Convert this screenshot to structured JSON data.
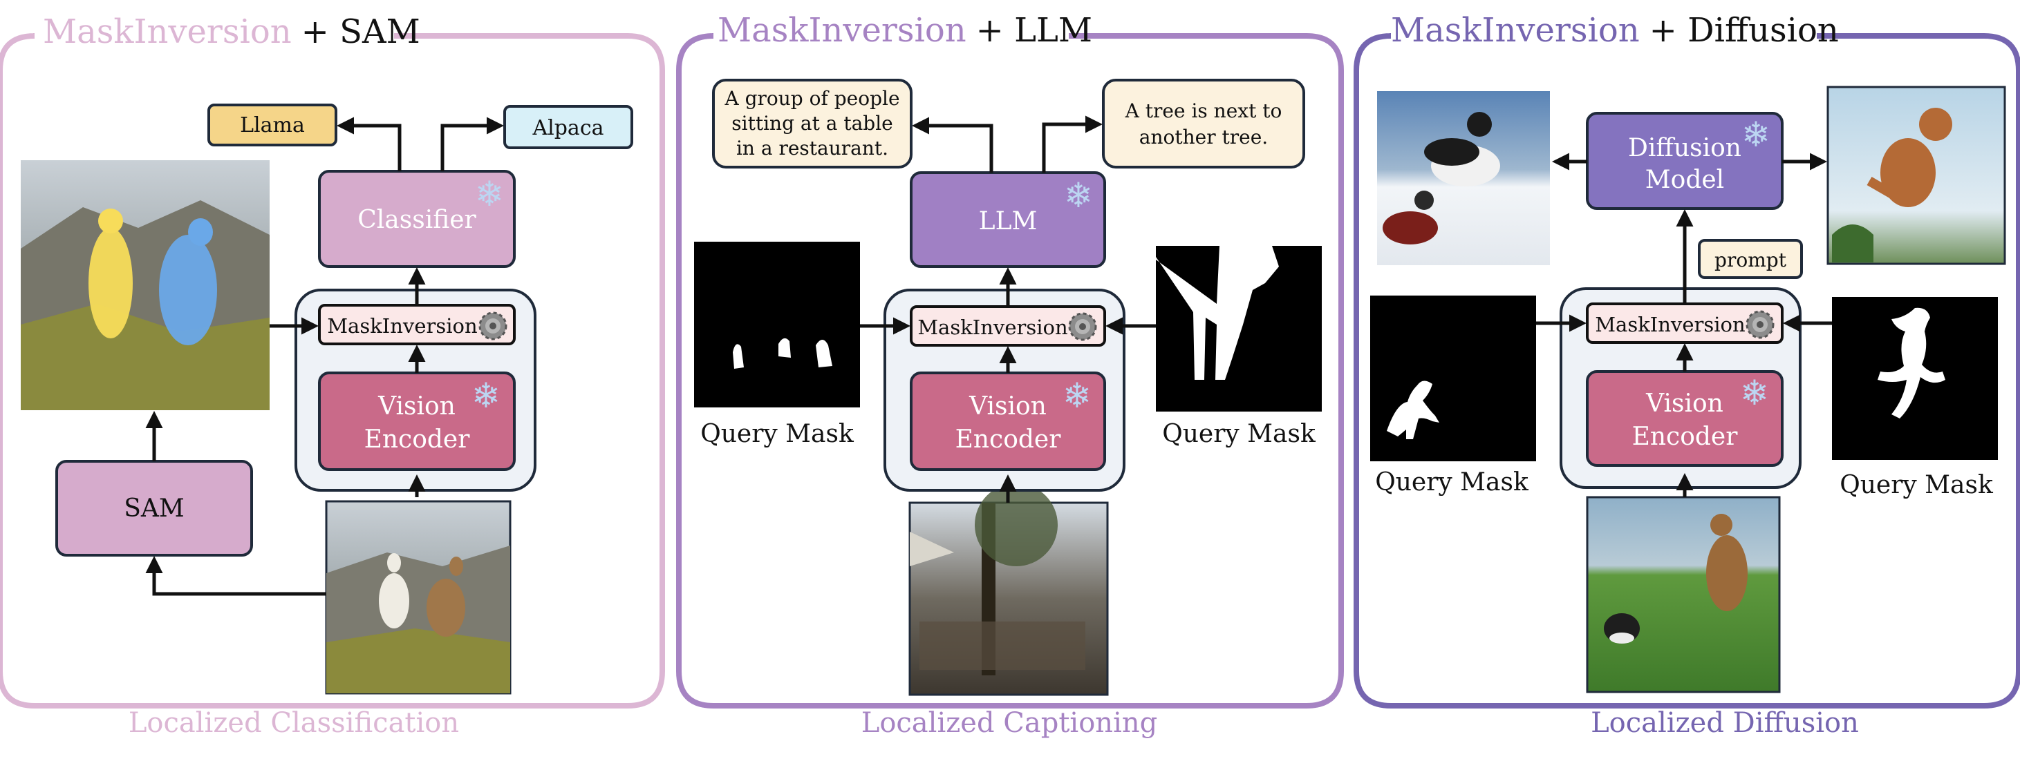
{
  "colors": {
    "panel1": "#dcb6d4",
    "panel2": "#a683c3",
    "panel3": "#7565b0",
    "mask_label_bg": "#fbe8e8",
    "classifier_fill": "#d6abcc",
    "sam_fill": "#d6abcc",
    "llm_fill": "#a080c4",
    "diffusion_fill": "#8473bf",
    "vision_fill": "#c96a89",
    "llama_fill": "#f5d589",
    "alpaca_fill": "#d8f0f8",
    "caption_fill": "#fcf2de",
    "prompt_fill": "#fcf2de",
    "encoder_group_fill": "#eef2f7",
    "snowflake": "#bcd6f2",
    "gear": "#8c8c8c"
  },
  "panels": [
    {
      "title_prefix": "MaskInversion",
      "title_suffix": "+ SAM",
      "footer": "Localized Classification",
      "mask_label": "MaskInversion",
      "vision_label": [
        "Vision",
        "Encoder"
      ],
      "head_label": "Classifier",
      "sam_label": "SAM",
      "outputs": [
        "Llama",
        "Alpaca"
      ],
      "images": [
        {
          "name": "llama-highlighted-photo",
          "desc": "photo of two llamas on a mountain, highlighted in yellow and blue"
        },
        {
          "name": "llama-input-photo",
          "desc": "photo of two llamas on a mountain"
        }
      ]
    },
    {
      "title_prefix": "MaskInversion",
      "title_suffix": "+ LLM",
      "footer": "Localized Captioning",
      "mask_label": "MaskInversion",
      "vision_label": [
        "Vision",
        "Encoder"
      ],
      "head_label": "LLM",
      "query_mask_left": "Query Mask",
      "query_mask_right": "Query Mask",
      "captions": [
        [
          "A group of people",
          "sitting at a table",
          "in a restaurant."
        ],
        [
          "A tree is next to",
          "another tree."
        ]
      ],
      "images": [
        {
          "name": "street-cafe-photo",
          "desc": "street cafe photo with trees"
        }
      ]
    },
    {
      "title_prefix": "MaskInversion",
      "title_suffix": "+ Diffusion",
      "footer": "Localized Diffusion",
      "mask_label": "MaskInversion",
      "vision_label": [
        "Vision",
        "Encoder"
      ],
      "head_label": [
        "Diffusion",
        "Model"
      ],
      "prompt_label": "prompt",
      "query_mask_left": "Query Mask",
      "query_mask_right": "Query Mask",
      "images": [
        {
          "name": "dogs-photo",
          "desc": "two dogs playing on grass"
        },
        {
          "name": "generated-dogs-painting",
          "desc": "generated painting of dogs in snow"
        },
        {
          "name": "generated-dog-jump",
          "desc": "generated image of a jumping dog"
        }
      ]
    }
  ]
}
